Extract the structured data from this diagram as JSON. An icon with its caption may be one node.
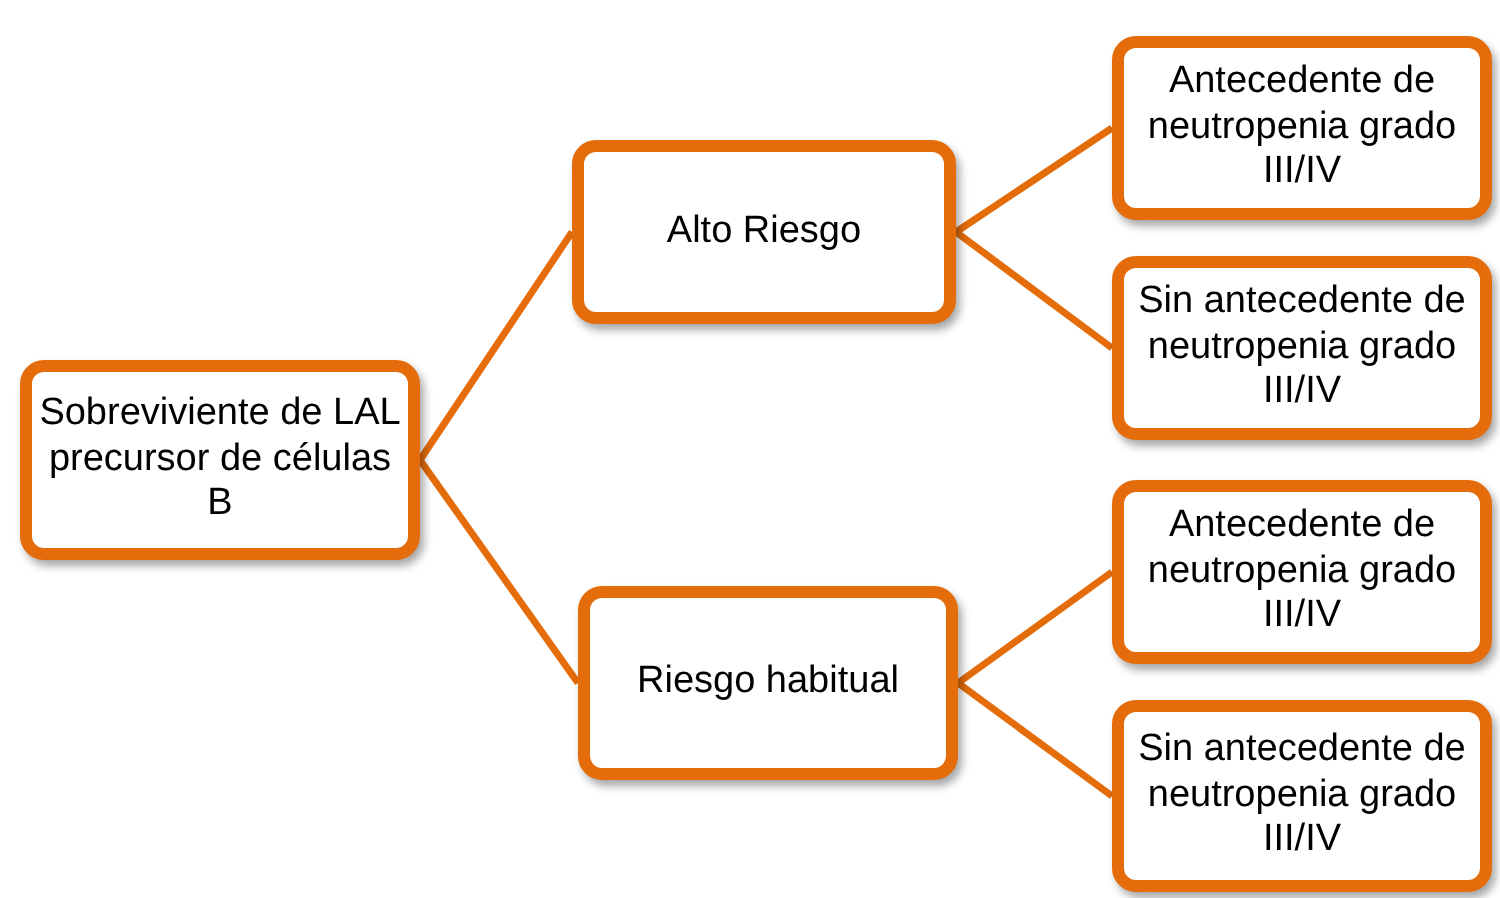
{
  "diagram": {
    "nodes": [
      {
        "text": [
          "Sobreviviente de LAL precursor de células B"
        ]
      },
      {
        "text": [
          "Alto Riesgo"
        ]
      },
      {
        "text": [
          "Riesgo habitual"
        ]
      },
      {
        "text": [
          "Antecedente de neutropenia grado III/IV"
        ]
      },
      {
        "text": [
          "Sin antecedente de neutropenia grado III/IV"
        ]
      },
      {
        "text": [
          "Antecedente de neutropenia grado III/IV"
        ]
      },
      {
        "text": [
          "Sin antecedente de neutropenia grado III/IV"
        ]
      }
    ],
    "edges": [
      {
        "from": 0,
        "to": 1,
        "arrow": "none"
      },
      {
        "from": 0,
        "to": 2,
        "arrow": "none"
      },
      {
        "from": 1,
        "to": 3,
        "arrow": "none"
      },
      {
        "from": 1,
        "to": 4,
        "arrow": "none"
      },
      {
        "from": 2,
        "to": 5,
        "arrow": "none"
      },
      {
        "from": 2,
        "to": 6,
        "arrow": "none"
      }
    ]
  }
}
